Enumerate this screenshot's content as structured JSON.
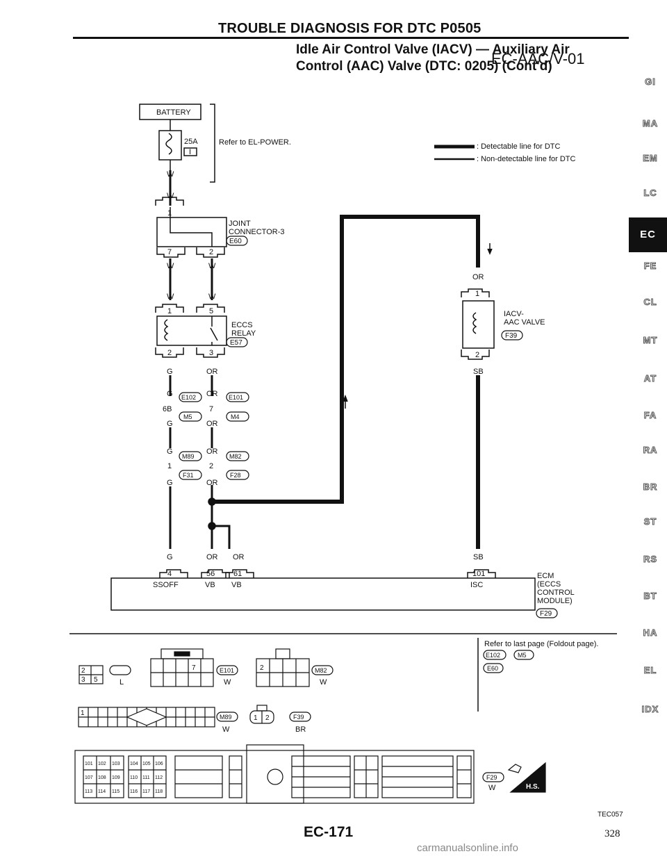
{
  "header": {
    "title": "TROUBLE DIAGNOSIS FOR DTC P0505",
    "subtitle_line1": "Idle Air Control Valve (IACV) — Auxiliary Air",
    "subtitle_line2": "Control (AAC) Valve (DTC: 0205) (Cont'd)",
    "diagram_code": "EC-AAC/V-01"
  },
  "legend": {
    "detectable": ": Detectable line for DTC",
    "non_detectable": ": Non-detectable line for DTC"
  },
  "components": {
    "battery": "BATTERY",
    "fuse_rating": "25A",
    "fuse_id": "I",
    "refer_power": "Refer to EL-POWER.",
    "joint_l1": "JOINT",
    "joint_l2": "CONNECTOR-3",
    "joint_conn": "E60",
    "relay_l1": "ECCS",
    "relay_l2": "RELAY",
    "relay_conn": "E57",
    "iacv_l1": "IACV-",
    "iacv_l2": "AAC VALVE",
    "iacv_conn": "F39",
    "ecm_l1": "ECM",
    "ecm_l2": "(ECCS",
    "ecm_l3": "CONTROL",
    "ecm_l4": "MODULE)",
    "ecm_conn": "F29"
  },
  "wires": {
    "w": "W",
    "g": "G",
    "or": "OR",
    "sb": "SB"
  },
  "pins": {
    "p1": "1",
    "p2": "2",
    "p3": "3",
    "p4": "4",
    "p5": "5",
    "p7": "7",
    "p6b": "6B",
    "p56": "56",
    "p61": "61",
    "p101": "101"
  },
  "connectors": {
    "e102": "E102",
    "e101": "E101",
    "m5": "M5",
    "m4": "M4",
    "m89": "M89",
    "m82": "M82",
    "f31": "F31",
    "f28": "F28"
  },
  "ecm_terms": {
    "ssoff": "SSOFF",
    "vb": "VB",
    "isc": "ISC"
  },
  "notes": {
    "refer_last": "Refer to last page (Foldout page).",
    "n_e102": "E102",
    "n_m5": "M5",
    "n_e60": "E60"
  },
  "face": {
    "e57_color": "L",
    "e101_color": "W",
    "m82_color": "W",
    "m89_color": "W",
    "f39_color": "BR",
    "f29_color": "W",
    "hs": "H.S.",
    "ecm_pins": [
      [
        "101",
        "102",
        "103"
      ],
      [
        "104",
        "105",
        "106"
      ],
      [
        "107",
        "108",
        "109"
      ],
      [
        "110",
        "111",
        "112"
      ],
      [
        "113",
        "114",
        "115"
      ],
      [
        "116",
        "117",
        "118"
      ]
    ]
  },
  "side_tabs": [
    "GI",
    "MA",
    "EM",
    "LC",
    "EC",
    "FE",
    "CL",
    "MT",
    "AT",
    "FA",
    "RA",
    "BR",
    "ST",
    "RS",
    "BT",
    "HA",
    "EL",
    "IDX"
  ],
  "footer": {
    "figure_code": "TEC057",
    "page_label": "EC-171",
    "page_number": "328",
    "watermark": "carmanualsonline.info"
  }
}
